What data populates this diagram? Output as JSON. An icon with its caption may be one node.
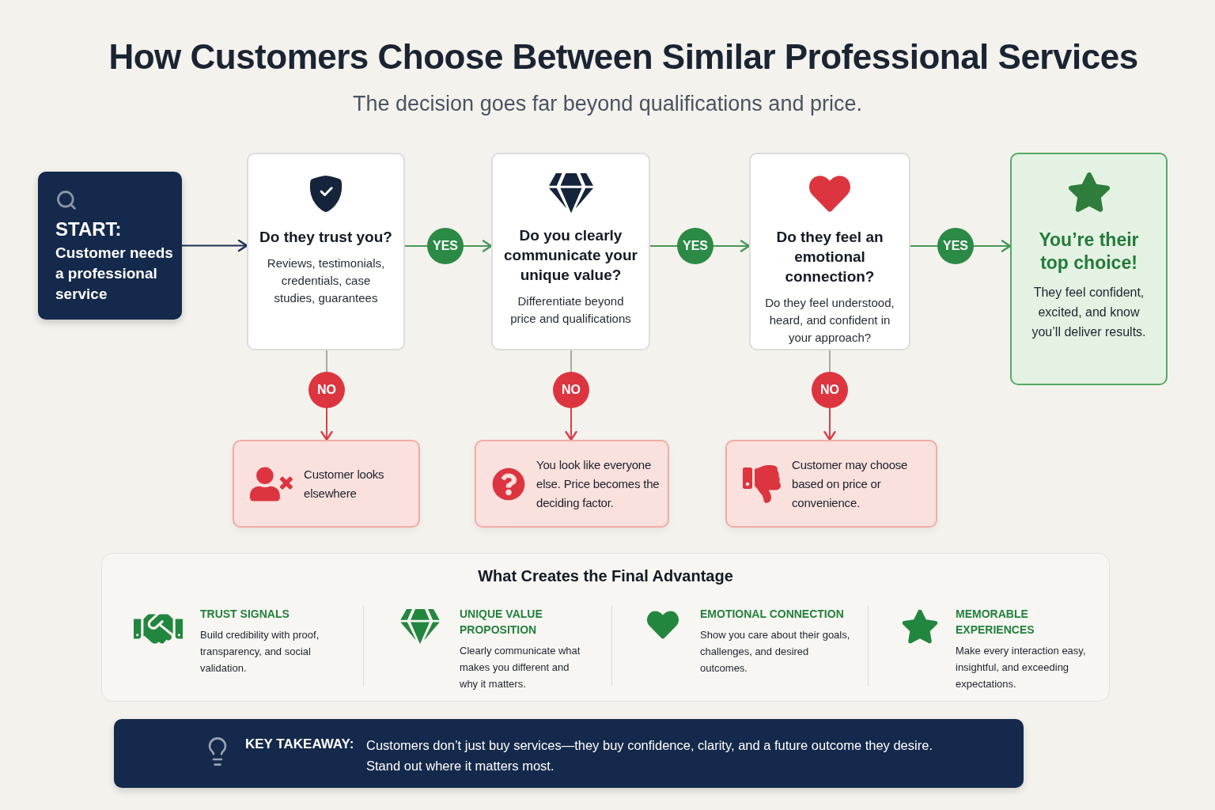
{
  "diagram": {
    "title": "How Customers Choose Between Similar Professional Services",
    "nodes": [
      {
        "text": [
          "START:",
          "Customer needs a professional service"
        ]
      },
      {
        "text": [
          "Do they trust you?",
          "Reviews, testimonials, credentials, case studies, guarantees"
        ]
      },
      {
        "text": [
          "YES"
        ]
      },
      {
        "text": [
          "Do you clearly communicate your unique value?",
          "Differentiate beyond price and qualifications"
        ]
      },
      {
        "text": [
          "YES"
        ]
      },
      {
        "text": [
          "Do they feel an emotional connection?",
          "Do they feel understood, heard, and confident in your approach?"
        ]
      },
      {
        "text": [
          "YES"
        ]
      },
      {
        "text": [
          "You’re their top choice!",
          "They feel confident, excited, and know you’ll deliver results."
        ]
      },
      {
        "text": [
          "NO"
        ]
      },
      {
        "text": [
          "Customer looks elsewhere"
        ]
      },
      {
        "text": [
          "NO"
        ]
      },
      {
        "text": [
          "You look like everyone else. Price becomes the deciding factor."
        ]
      },
      {
        "text": [
          "NO"
        ]
      },
      {
        "text": [
          "Customer may choose based on price or convenience."
        ]
      },
      {
        "text": [
          "What Creates the Final Advantage",
          "TRUST SIGNALS",
          "Build credibility with proof, transparency, and social validation.",
          "UNIQUE VALUE PROPOSITION",
          "Clearly communicate what makes you different and why it matters.",
          "EMOTIONAL CONNECTION",
          "Show you care about their goals, challenges, and desired outcomes.",
          "MEMORABLE EXPERIENCES",
          "Make every interaction easy, insightful, and exceeding expectations."
        ]
      },
      {
        "text": [
          "KEY TAKEAWAY:",
          "Customers don’t just buy services—they buy confidence, clarity, and a future outcome they desire.",
          "Stand out where it matters most."
        ]
      }
    ],
    "edges": [
      {
        "from": 0,
        "to": 1,
        "arrow": "to",
        "color": "#1b2f55"
      },
      {
        "from": 1,
        "to": 2,
        "arrow": "none"
      },
      {
        "from": 2,
        "to": 3,
        "arrow": "to"
      },
      {
        "from": 3,
        "to": 4,
        "arrow": "none"
      },
      {
        "from": 4,
        "to": 5,
        "arrow": "to"
      },
      {
        "from": 5,
        "to": 6,
        "arrow": "none"
      },
      {
        "from": 6,
        "to": 7,
        "arrow": "to"
      },
      {
        "from": 1,
        "to": 8,
        "arrow": "none",
        "color": "#a8a8a8"
      },
      {
        "from": 8,
        "to": 9,
        "arrow": "to",
        "color": "#d9404a"
      },
      {
        "from": 3,
        "to": 10,
        "arrow": "none",
        "color": "#a8a8a8"
      },
      {
        "from": 10,
        "to": 11,
        "arrow": "to",
        "color": "#d9404a"
      },
      {
        "from": 5,
        "to": 12,
        "arrow": "none",
        "color": "#a8a8a8"
      },
      {
        "from": 12,
        "to": 13,
        "arrow": "to",
        "color": "#d9404a"
      }
    ],
    "labels": [
      "The decision goes far beyond qualifications and price."
    ]
  }
}
